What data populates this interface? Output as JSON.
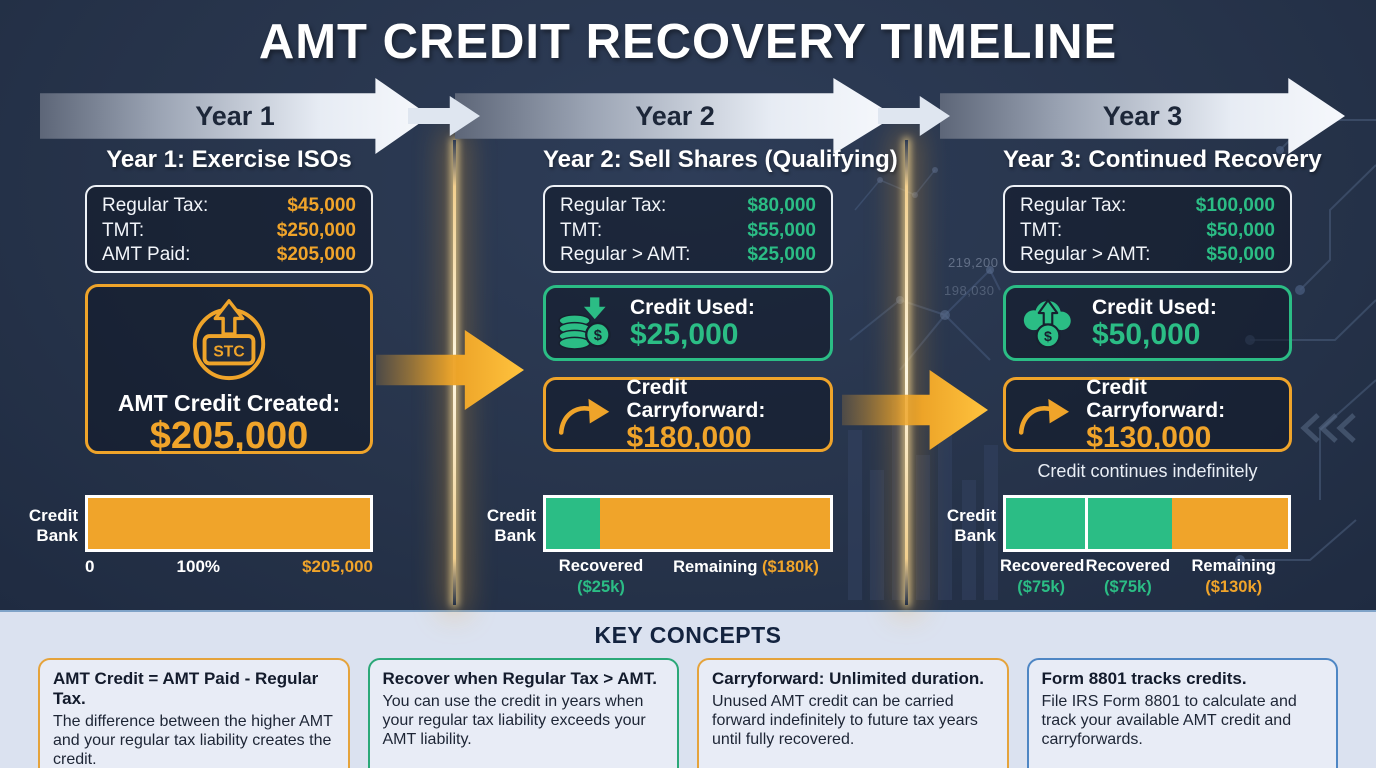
{
  "title": "AMT CREDIT RECOVERY TIMELINE",
  "colors": {
    "orange": "#F0A42A",
    "green": "#2BBD85",
    "blue": "#4E86C4",
    "banner_text": "#1d2739",
    "dark_background": "#27344b",
    "light_background": "#dbe2f0"
  },
  "banner": {
    "segments": [
      {
        "label": "Year 1"
      },
      {
        "label": "Year 2"
      },
      {
        "label": "Year 3"
      }
    ]
  },
  "columns": [
    {
      "header": "Year 1: Exercise ISOs",
      "tax_box": {
        "rows": [
          {
            "label": "Regular Tax:",
            "value": "$45,000"
          },
          {
            "label": "TMT:",
            "value": "$250,000"
          },
          {
            "label": "AMT Paid:",
            "value": "$205,000"
          }
        ],
        "value_color": "#F0A42A"
      },
      "credit_created": {
        "icon": "banknote-stc-up-arrow-icon",
        "icon_text": "STC",
        "label": "AMT Credit Created:",
        "value": "$205,000"
      },
      "bank": {
        "label_line1": "Credit",
        "label_line2": "Bank",
        "segments": [
          {
            "name": "full-credit",
            "color": "#F0A42A",
            "width": "100%"
          }
        ],
        "axis": [
          {
            "text": "0",
            "color": "#ffffff"
          },
          {
            "text": "100%",
            "color": "#ffffff"
          },
          {
            "text": "$205,000",
            "color": "#F0A42A"
          }
        ]
      }
    },
    {
      "header": "Year 2: Sell Shares (Qualifying)",
      "tax_box": {
        "rows": [
          {
            "label": "Regular Tax:",
            "value": "$80,000"
          },
          {
            "label": "TMT:",
            "value": "$55,000"
          },
          {
            "label": "Regular > AMT:",
            "value": "$25,000"
          }
        ],
        "value_color": "#2BBD85"
      },
      "credit_used": {
        "icon": "coin-stack-down-arrow-icon",
        "label": "Credit Used:",
        "value": "$25,000"
      },
      "carryforward": {
        "icon": "curved-arrow-icon",
        "label": "Credit Carryforward:",
        "value": "$180,000"
      },
      "bank": {
        "label_line1": "Credit",
        "label_line2": "Bank",
        "segments": [
          {
            "name": "recovered",
            "color": "#2BBD85",
            "width": "19%"
          },
          {
            "name": "remaining",
            "color": "#F0A42A",
            "width": "81%"
          }
        ],
        "labels": [
          {
            "text": "Recovered",
            "amount": "($25k)",
            "amount_color": "#2BBD85"
          },
          {
            "text": "Remaining",
            "amount": "($180k)",
            "amount_color": "#F0A42A"
          }
        ]
      }
    },
    {
      "header": "Year 3: Continued Recovery",
      "tax_box": {
        "rows": [
          {
            "label": "Regular Tax:",
            "value": "$100,000"
          },
          {
            "label": "TMT:",
            "value": "$50,000"
          },
          {
            "label": "Regular > AMT:",
            "value": "$50,000"
          }
        ],
        "value_color": "#2BBD85"
      },
      "credit_used": {
        "icon": "cloud-up-arrow-icon",
        "label": "Credit Used:",
        "value": "$50,000"
      },
      "carryforward": {
        "icon": "curved-arrow-icon",
        "label": "Credit Carryforward:",
        "value": "$130,000"
      },
      "note": "Credit continues indefinitely",
      "bank": {
        "label_line1": "Credit",
        "label_line2": "Bank",
        "segments": [
          {
            "name": "recovered-1",
            "color": "#2BBD85",
            "width": "28%"
          },
          {
            "name": "recovered-2",
            "color": "#2BBD85",
            "width": "31%"
          },
          {
            "name": "remaining",
            "color": "#F0A42A",
            "width": "41%"
          }
        ],
        "labels": [
          {
            "text": "Recovered",
            "amount": "($75k)",
            "amount_color": "#2BBD85"
          },
          {
            "text": "Recovered",
            "amount": "($75k)",
            "amount_color": "#2BBD85"
          },
          {
            "text": "Remaining",
            "amount": "($130k)",
            "amount_color": "#F0A42A"
          }
        ]
      }
    }
  ],
  "key_concepts": {
    "heading": "KEY CONCEPTS",
    "cards": [
      {
        "title": "AMT Credit = AMT Paid - Regular Tax.",
        "body": "The difference between the higher AMT and your regular tax liability creates the credit.",
        "border_color": "#E5A33B"
      },
      {
        "title": "Recover when Regular Tax > AMT.",
        "body": "You can use the credit in years when your regular tax liability exceeds your AMT liability.",
        "border_color": "#2BA878"
      },
      {
        "title": "Carryforward: Unlimited duration.",
        "body": "Unused AMT credit can be carried forward indefinitely to future tax years until fully recovered.",
        "border_color": "#E5A33B"
      },
      {
        "title": "Form 8801 tracks credits.",
        "body": "File IRS Form 8801 to calculate and track your available AMT credit and carryforwards.",
        "border_color": "#4E86C4"
      }
    ]
  },
  "background_labels": [
    {
      "text": "219,200"
    },
    {
      "text": "198,030"
    }
  ]
}
